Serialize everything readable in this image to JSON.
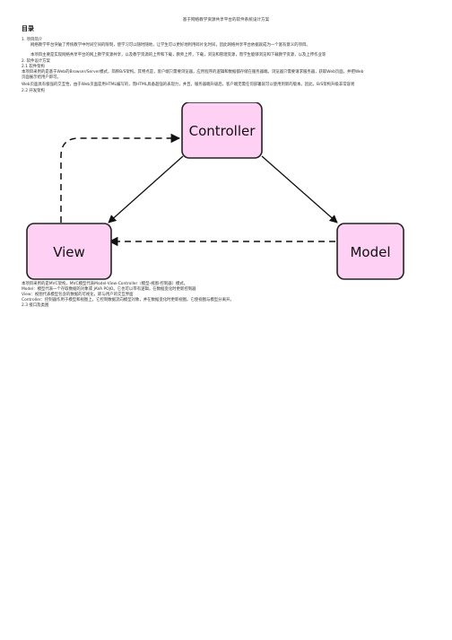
{
  "title": "基于网络教学资源共享平台的软件系统设计方案",
  "toc": "目录",
  "lines": {
    "s1": "1. 项目简介",
    "p1": "网络教学平台突破了传统教学中时间空间的限制，使学习可以随时随地，让学生可以更好地利用碎片化时间，因此网络共享平台依据就成为一个富有意义的项目。",
    "p2": "本项目主要是实现网络共享平台的网上教学资源共享，以及教学资源的上传和下载，教师上传，下载，浏览和管理资源，而学生能够浏览和下载教学资源，以及上传作业等",
    "s2": "2. 软件设计方案",
    "s21": "2.1 软件架构",
    "p3": "本项目采用的是基于Web的Browser/Server模式，简称B/S架构。其特点是，客户端只需要浏览器，应用程序的逻辑和数据都存储在服务器端。浏览器只需要请求服务器，获取Web页面，并把Web",
    "p4": "页面展示给用户即可。",
    "p5": "Web页面具有极强的交互性，由于Web页面是用HTML编写的，而HTML具备超强的表现力，并且，服务器端升级后，客户端无需任何部署就可以使用到新的版本。因此，B/S架构升级非常容易",
    "s22": "2.2 开发架构",
    "p6": "本项目采用的是MVC架构，MVC模型代表Model-View-Controller（模型-视图-控制器）模式。",
    "p7": "Model：模型代表一个存取数据的对象或 JAVA POJO。它也可以带有逻辑，在数据变化时更新控制器",
    "p8": "View：视图代表模型包含的数据的可视化，即与用户的交互界面",
    "p9": "Controller：控制器作用于模型和视图上。它控制数据流向模型对象，并在数据变化时更新视图。它使视图与模型分离开。",
    "s23": "2.3 接口及类图"
  },
  "diagram": {
    "controller": "Controller",
    "view": "View",
    "model": "Model",
    "box_fill": "#fdd0f4",
    "box_stroke": "#222222"
  }
}
